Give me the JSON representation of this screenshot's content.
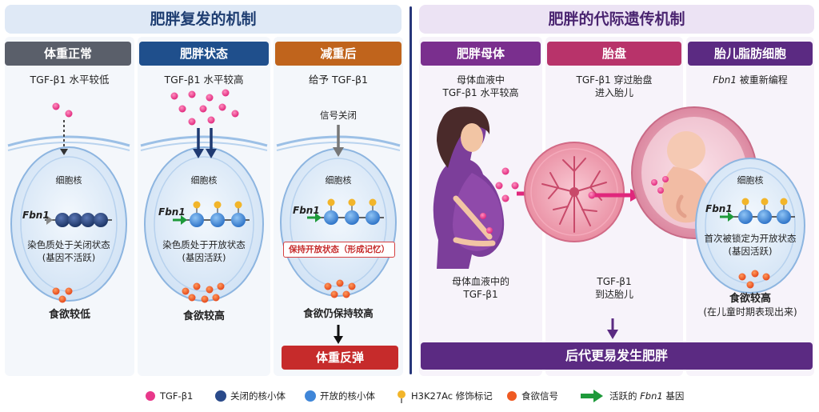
{
  "left_title": "肥胖复发的机制",
  "right_title": "肥胖的代际遗传机制",
  "left_columns": [
    {
      "header": "体重正常",
      "header_color": "#5a5f6a",
      "desc": "TGF-β1 水平较低",
      "nucleus": "细胞核",
      "gene": "Fbn1",
      "state_line1": "染色质处于关闭状态",
      "state_line2": "(基因不活跃)",
      "outcome": "食欲较低"
    },
    {
      "header": "肥胖状态",
      "header_color": "#1f4f8c",
      "desc": "TGF-β1 水平较高",
      "nucleus": "细胞核",
      "gene": "Fbn1",
      "state_line1": "染色质处于开放状态",
      "state_line2": "(基因活跃)",
      "outcome": "食欲较高"
    },
    {
      "header": "减重后",
      "header_color": "#c0641c",
      "desc": "给予 TGF-β1",
      "signal_off": "信号关闭",
      "nucleus": "细胞核",
      "gene": "Fbn1",
      "memory_label": "保持开放状态（形成记忆）",
      "outcome": "食欲仍保持较高",
      "result": "体重反弹"
    }
  ],
  "right_columns": [
    {
      "header": "肥胖母体",
      "header_color": "#7a2f8e",
      "desc_line1": "母体血液中",
      "desc_line2": "TGF-β1 水平较高",
      "bottom_line1": "母体血液中的",
      "bottom_line2": "TGF-β1"
    },
    {
      "header": "胎盘",
      "header_color": "#b8336a",
      "desc_line1": "TGF-β1 穿过胎盘",
      "desc_line2": "进入胎儿",
      "bottom_line1": "TGF-β1",
      "bottom_line2": "到达胎儿"
    },
    {
      "header": "胎儿脂肪细胞",
      "header_color": "#5b2a82",
      "desc_gene": "Fbn1",
      "desc_rest": " 被重新编程",
      "nucleus": "细胞核",
      "gene": "Fbn1",
      "state_line1": "首次被锁定为开放状态",
      "state_line2": "(基因活跃)",
      "outcome_line1": "食欲较高",
      "outcome_line2": "(在儿童时期表现出来)"
    }
  ],
  "right_result": "后代更易发生肥胖",
  "colors": {
    "tgf": "#e8388a",
    "closed_nucleosome": "#2a4a8a",
    "open_nucleosome": "#3f86d8",
    "mark": "#f2b52a",
    "appetite": "#ef5a22",
    "arrow_active": "#1e9a3a",
    "result_red": "#c62b2b",
    "result_purple": "#5b2a82"
  },
  "legend": [
    {
      "icon": "pink-dot-icon",
      "label": "TGF-β1"
    },
    {
      "icon": "dark-nucleosome-icon",
      "label": "关闭的核小体"
    },
    {
      "icon": "blue-nucleosome-icon",
      "label": "开放的核小体"
    },
    {
      "icon": "yellow-pin-icon",
      "label": "H3K27Ac 修饰标记"
    },
    {
      "icon": "orange-dot-icon",
      "label": "食欲信号"
    },
    {
      "icon": "green-arrow-icon",
      "label_prefix": "活跃的 ",
      "label_gene": "Fbn1",
      "label_suffix": " 基因"
    }
  ]
}
